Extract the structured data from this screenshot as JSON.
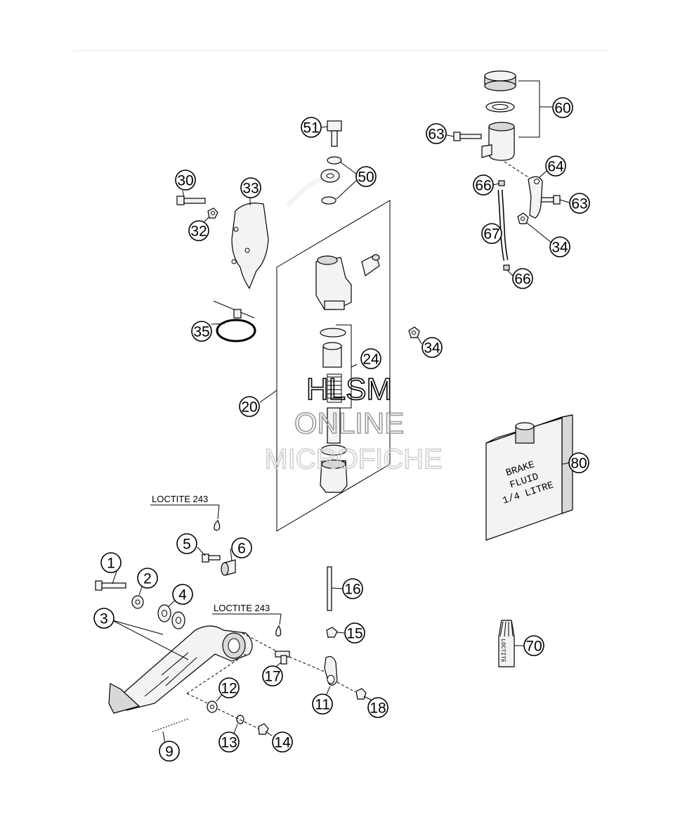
{
  "callouts": [
    "1",
    "2",
    "3",
    "4",
    "5",
    "6",
    "9",
    "11",
    "12",
    "13",
    "14",
    "15",
    "16",
    "17",
    "18",
    "20",
    "24",
    "30",
    "32",
    "33",
    "34",
    "34",
    "35",
    "50",
    "51",
    "60",
    "63",
    "63",
    "64",
    "66",
    "66",
    "67",
    "70",
    "80"
  ],
  "notes": {
    "loctite_a": "LOCTITE 243",
    "loctite_b": "LOCTITE 243"
  },
  "brake_fluid_label": [
    "BRAKE",
    "FLUID",
    "1/4 LITRE"
  ],
  "loctite_tube_label": "LOCTITE",
  "watermark": [
    "HLSM",
    "ONLINE",
    "MICROFICHE"
  ]
}
